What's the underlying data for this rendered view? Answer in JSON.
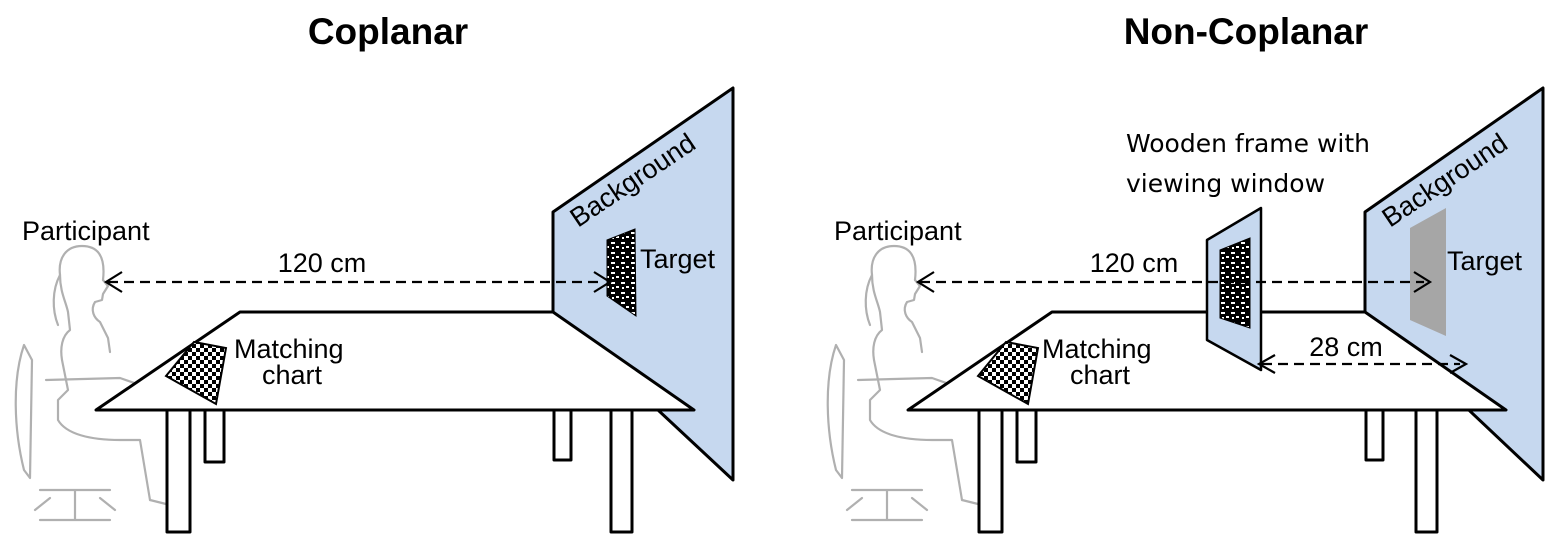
{
  "panels": {
    "coplanar": {
      "title": "Coplanar",
      "participant_label": "Participant",
      "distance_label": "120 cm",
      "background_label": "Background",
      "target_label": "Target",
      "matching_label_line1": "Matching",
      "matching_label_line2": "chart"
    },
    "noncoplanar": {
      "title": "Non-Coplanar",
      "participant_label": "Participant",
      "distance_label": "120 cm",
      "background_label": "Background",
      "target_label": "Target",
      "matching_label_line1": "Matching",
      "matching_label_line2": "chart",
      "frame_label_line1": "Wooden frame with",
      "frame_label_line2": "viewing window",
      "gap_label": "28 cm"
    }
  },
  "colors": {
    "background_panel": "#c6d8ef",
    "target_gray": "#a6a6a6",
    "person_outline": "#b0b0b0"
  }
}
